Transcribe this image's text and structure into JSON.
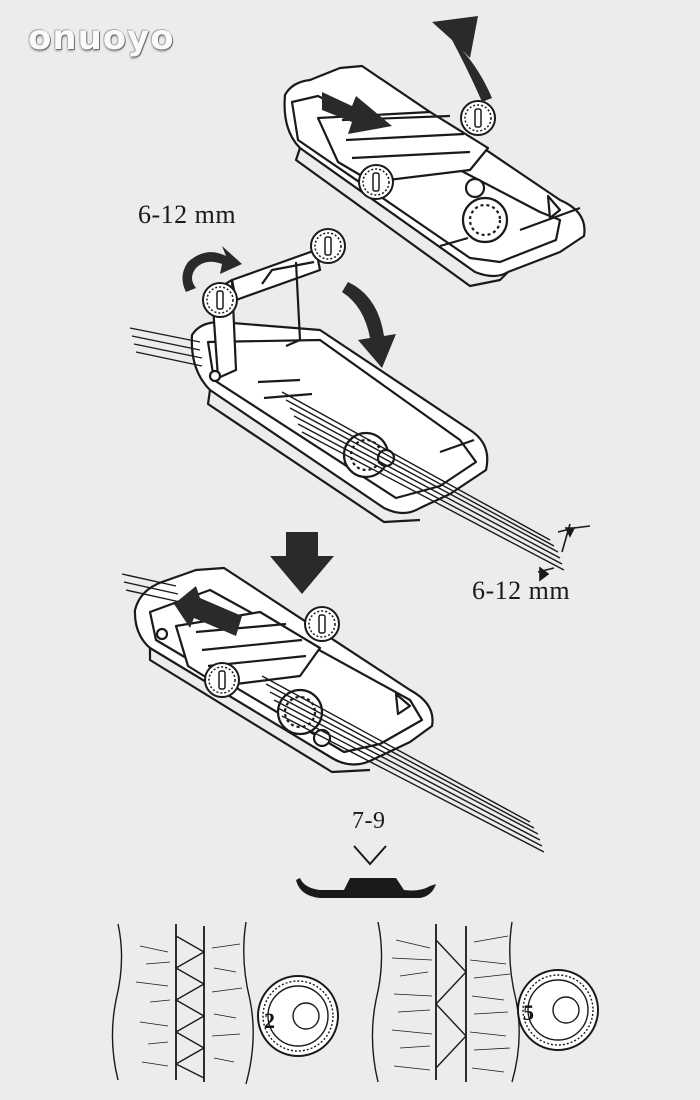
{
  "watermark": "onuoyo",
  "labels": {
    "top_width": "6-12 mm",
    "mid_width": "6-12 mm",
    "stitch_setting": "7-9"
  },
  "dials": {
    "left_value": "2",
    "right_value": "5"
  },
  "colors": {
    "background": "#ececea",
    "ink": "#1a1a1a",
    "arrow_fill": "#2a2a2a"
  },
  "icons": [
    "curved-arrow-icon",
    "rotate-arrow-icon",
    "down-arrow-icon",
    "push-arrow-icon",
    "chevron-down-icon"
  ]
}
